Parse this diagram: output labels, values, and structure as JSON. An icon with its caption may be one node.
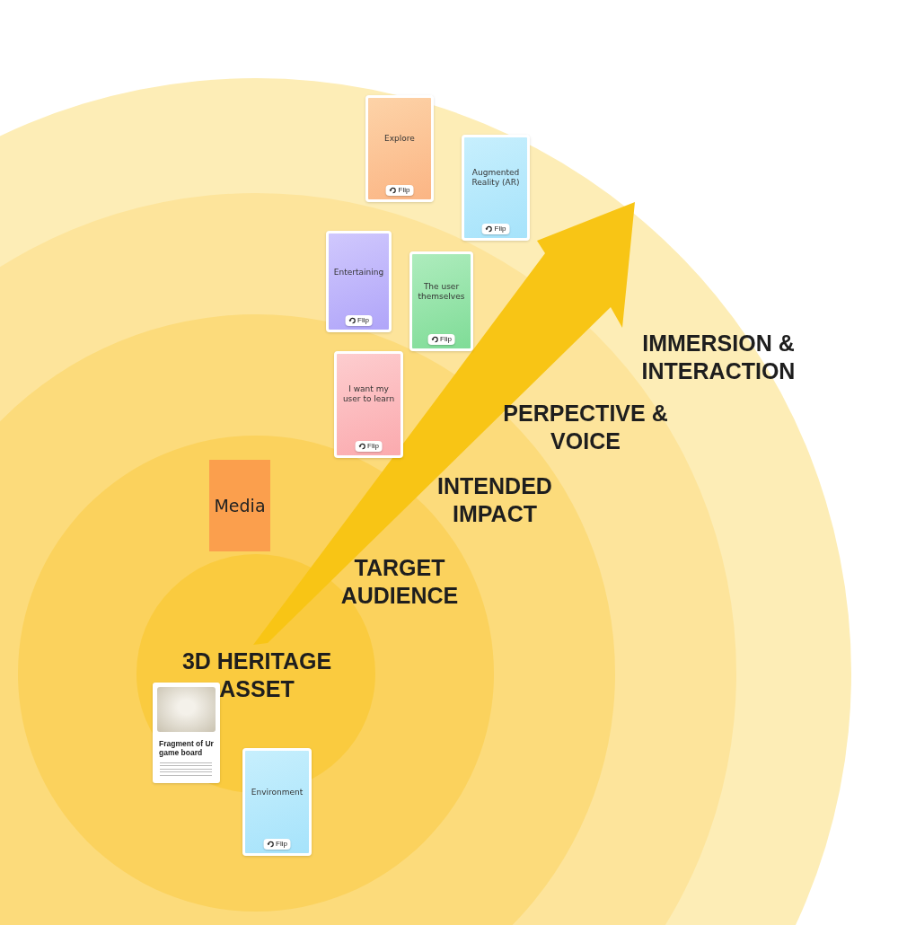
{
  "diagram": {
    "nodes": [
      {
        "text": [
          "Explore",
          "Flip"
        ]
      },
      {
        "text": [
          "Augmented Reality (AR)",
          "Flip"
        ]
      },
      {
        "text": [
          "Entertaining",
          "Flip"
        ]
      },
      {
        "text": [
          "The user themselves",
          "Flip"
        ]
      },
      {
        "text": [
          "I want my user to learn",
          "Flip"
        ]
      },
      {
        "text": [
          "Media"
        ]
      },
      {
        "text": [
          "Fragment of Ur game board"
        ]
      },
      {
        "text": [
          "Environment",
          "Flip"
        ]
      }
    ],
    "edges": [],
    "labels": [
      "IMMERSION & INTERACTION",
      "PERPECTIVE & VOICE",
      "INTENDED IMPACT",
      "TARGET AUDIENCE",
      "3D HERITAGE ASSET"
    ]
  }
}
